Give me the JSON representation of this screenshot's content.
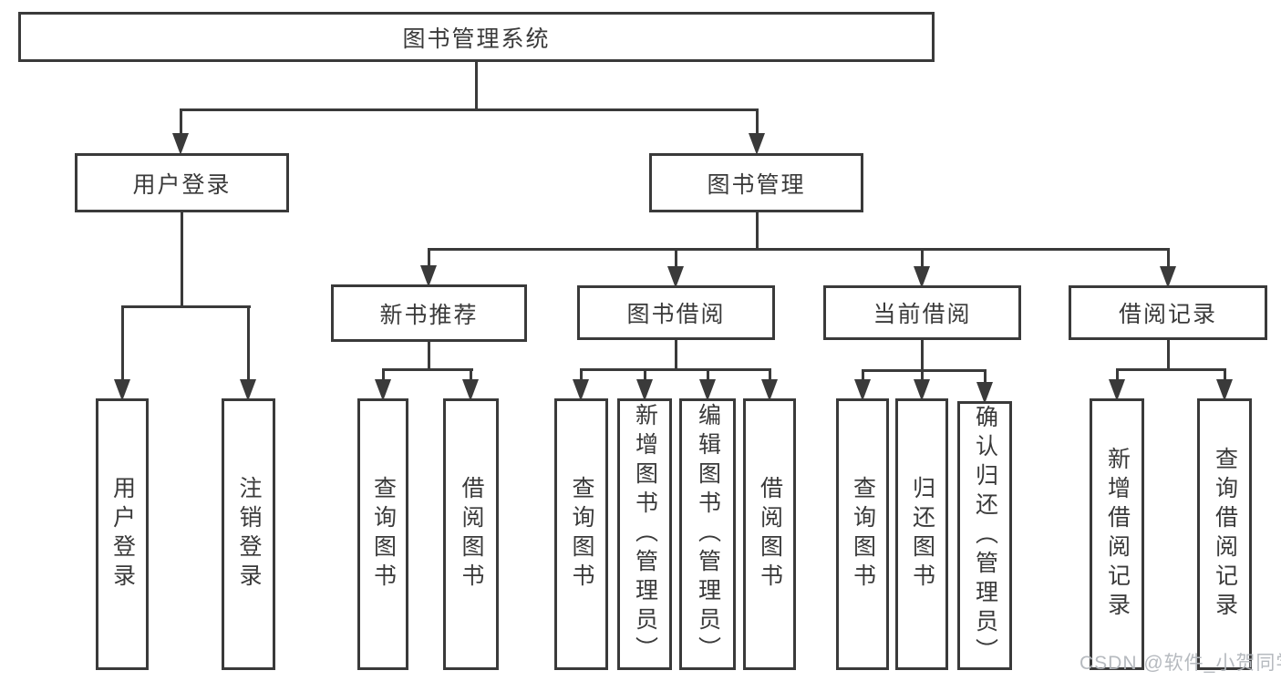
{
  "diagram": {
    "title": "图书管理系统",
    "root": {
      "label": "图书管理系统"
    },
    "branches": [
      {
        "label": "用户登录",
        "children": [
          {
            "label": "用户登录"
          },
          {
            "label": "注销登录"
          }
        ]
      },
      {
        "label": "图书管理",
        "children": [
          {
            "label": "新书推荐",
            "children": [
              {
                "label": "查询图书"
              },
              {
                "label": "借阅图书"
              }
            ]
          },
          {
            "label": "图书借阅",
            "children": [
              {
                "label": "查询图书"
              },
              {
                "label": "新增图书（管理员）"
              },
              {
                "label": "编辑图书（管理员）"
              },
              {
                "label": "借阅图书"
              }
            ]
          },
          {
            "label": "当前借阅",
            "children": [
              {
                "label": "查询图书"
              },
              {
                "label": "归还图书"
              },
              {
                "label": "确认归还（管理员）"
              }
            ]
          },
          {
            "label": "借阅记录",
            "children": [
              {
                "label": "新增借阅记录"
              },
              {
                "label": "查询借阅记录"
              }
            ]
          }
        ]
      }
    ]
  },
  "watermark": {
    "text": "CSDN @软件_小贺同学"
  },
  "colors": {
    "line": "#3a3a3a",
    "text": "#3a3a3a",
    "box_background": "#ffffff",
    "watermark": "#b2b6bc",
    "background": "#ffffff"
  }
}
